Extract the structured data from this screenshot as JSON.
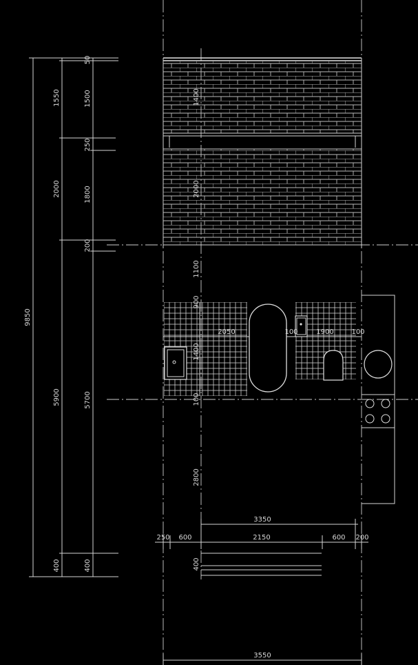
{
  "dimensions": {
    "left_outer": {
      "total": "9850"
    },
    "left_mid": {
      "d1": "1550",
      "d2": "2000",
      "d3": "5900",
      "d4": "400"
    },
    "left_inner": {
      "d1": "50",
      "d2": "1500",
      "d3": "250",
      "d4": "1800",
      "d5": "200",
      "d6": "5700",
      "d7": "400"
    },
    "center_vertical": {
      "d1": "1400",
      "d2": "2000",
      "d3": "1100",
      "d4": "900",
      "d5": "1400",
      "d6": "100",
      "d7": "2800",
      "d8": "400"
    },
    "room_labels": {
      "l1": "2050",
      "l2": "100",
      "l3": "1900",
      "l4": "100"
    },
    "horizontal": {
      "overall_top": "3350",
      "segments": [
        "250",
        "600",
        "2150",
        "600",
        "200"
      ],
      "bottom_total": "3550"
    }
  }
}
